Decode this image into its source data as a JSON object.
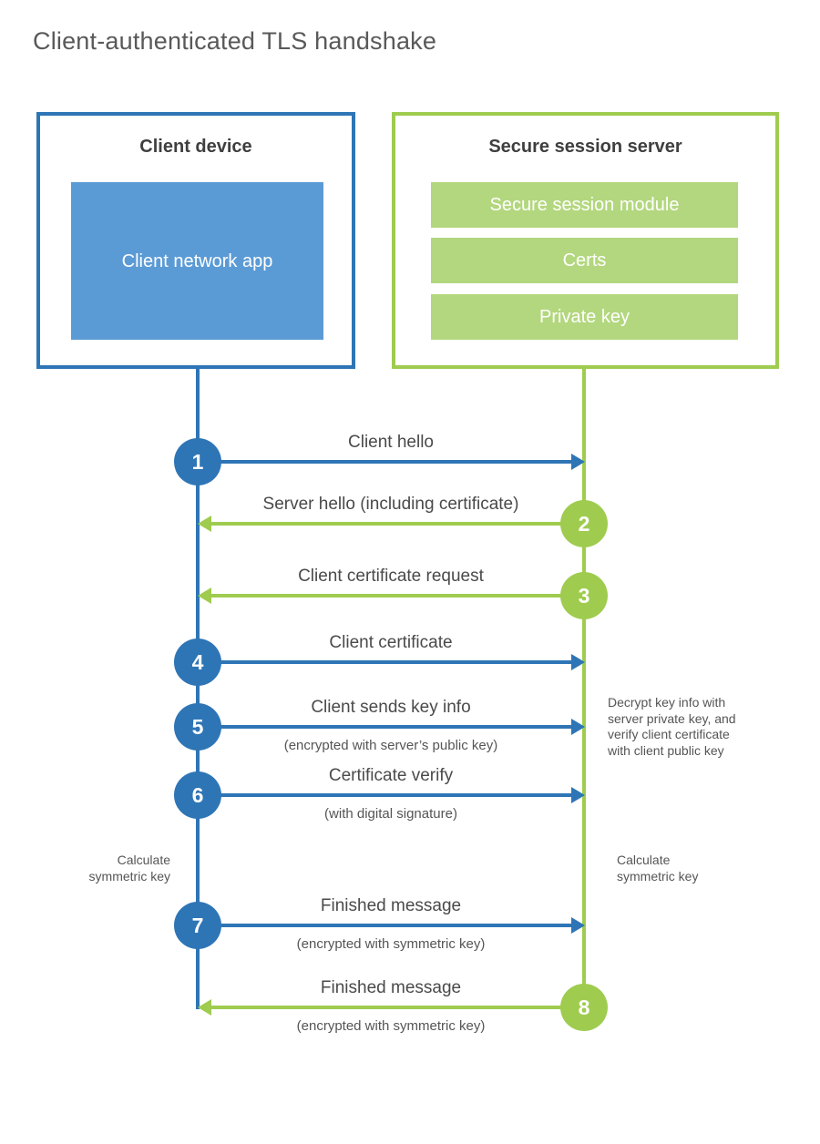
{
  "title": "Client-authenticated TLS handshake",
  "client_box": {
    "heading": "Client device",
    "app": "Client network app"
  },
  "server_box": {
    "heading": "Secure session server",
    "modules": [
      "Secure session module",
      "Certs",
      "Private key"
    ]
  },
  "steps": [
    {
      "num": "1",
      "actor": "client",
      "direction": "right",
      "label": "Client hello"
    },
    {
      "num": "2",
      "actor": "server",
      "direction": "left",
      "label": "Server hello (including certificate)"
    },
    {
      "num": "3",
      "actor": "server",
      "direction": "left",
      "label": "Client certificate request"
    },
    {
      "num": "4",
      "actor": "client",
      "direction": "right",
      "label": "Client certificate"
    },
    {
      "num": "5",
      "actor": "client",
      "direction": "right",
      "label": "Client sends key info",
      "sub": "(encrypted with server’s public key)"
    },
    {
      "num": "6",
      "actor": "client",
      "direction": "right",
      "label": "Certificate verify",
      "sub": "(with digital signature)"
    },
    {
      "num": "7",
      "actor": "client",
      "direction": "right",
      "label": "Finished message",
      "sub": "(encrypted with symmetric key)"
    },
    {
      "num": "8",
      "actor": "server",
      "direction": "left",
      "label": "Finished message",
      "sub": "(encrypted with symmetric key)"
    }
  ],
  "notes": {
    "decrypt": "Decrypt key info with server private key, and verify client certificate with client public key",
    "calc_left": "Calculate symmetric key",
    "calc_right": "Calculate symmetric key"
  },
  "colors": {
    "blue": "#2e75b6",
    "blue_fill": "#5b9bd5",
    "green": "#9fcc4f",
    "green_fill": "#b3d77e"
  }
}
